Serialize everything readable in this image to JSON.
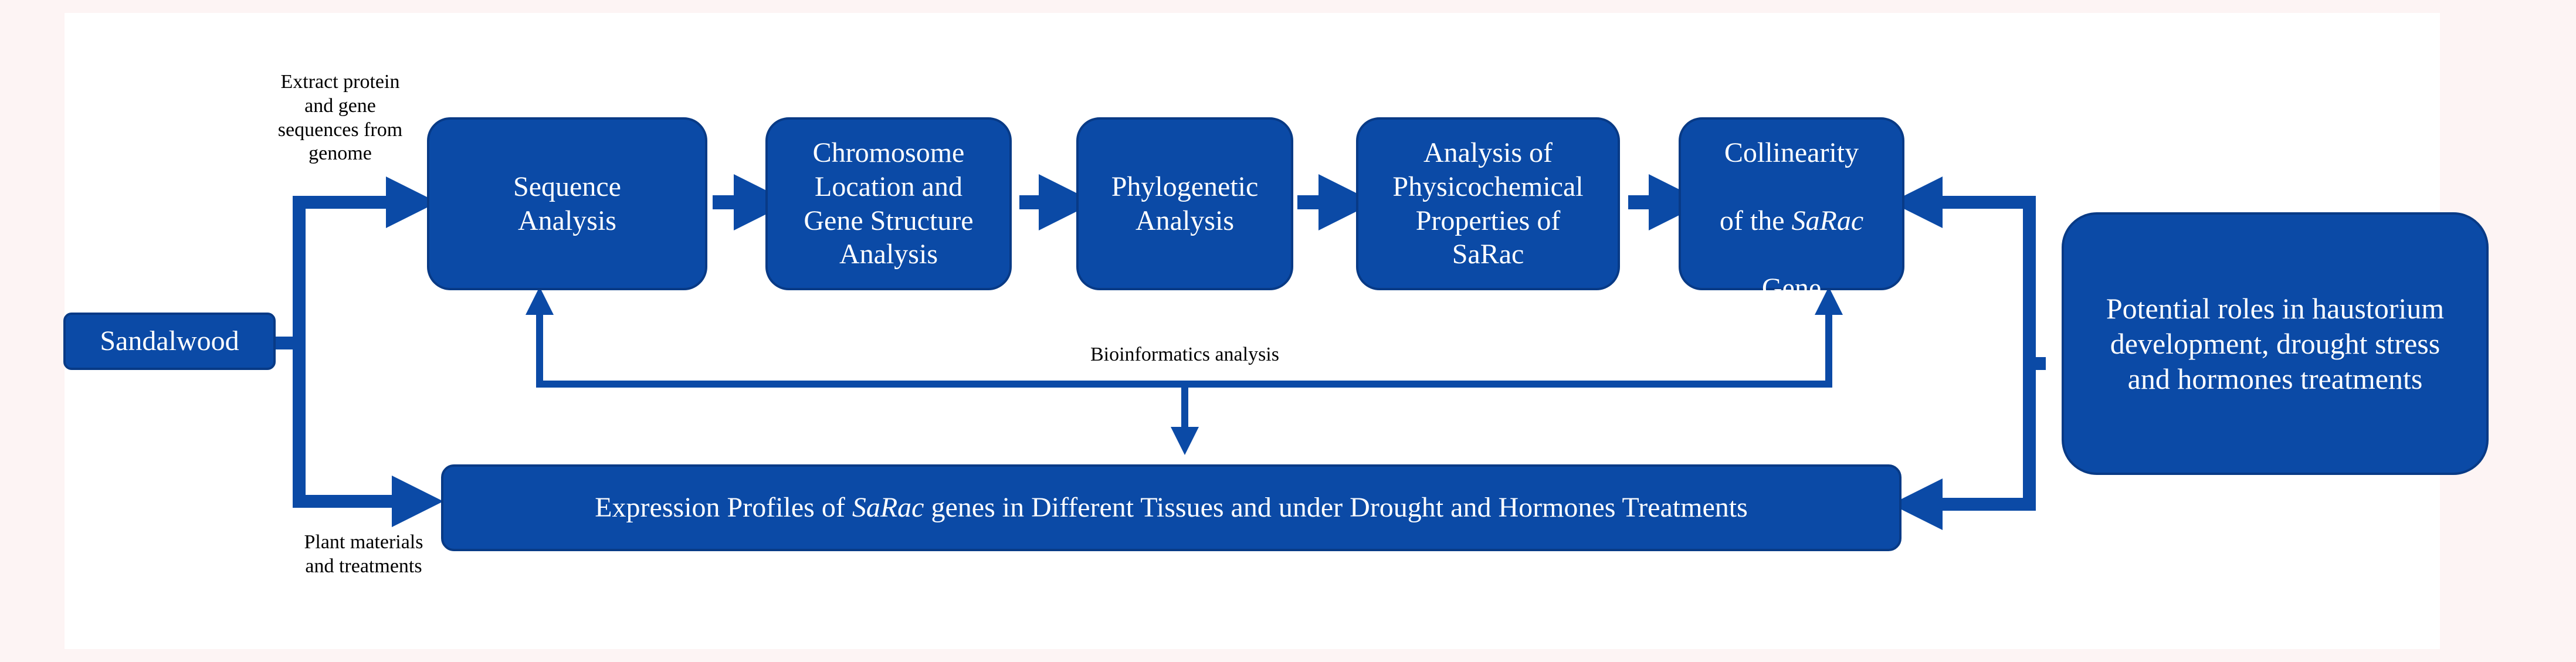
{
  "colors": {
    "box_fill": "#0b4aa6",
    "box_border": "#083a86",
    "arrow": "#0b4aa6",
    "text_on_box": "#ffffff",
    "note_text": "#000000"
  },
  "nodes": {
    "sandalwood": "Sandalwood",
    "sequence_analysis": "Sequence\nAnalysis",
    "chromosome": "Chromosome\nLocation and\nGene Structure\nAnalysis",
    "phylogenetic": "Phylogenetic\nAnalysis",
    "physicochemical": "Analysis of\nPhysicochemical\nProperties of\nSaRac",
    "collinearity": {
      "line1": "Collinearity",
      "pre": "of the ",
      "gene": "SaRac",
      "line3": "Gene"
    },
    "expression": {
      "pre": "Expression Profiles of ",
      "gene": "SaRac",
      "post": " genes in Different Tissues and under Drought and Hormones Treatments"
    },
    "roles": "Potential roles in haustorium\ndevelopment, drought stress\nand hormones treatments"
  },
  "notes": {
    "extract": "Extract protein\nand gene\nsequences from\ngenome",
    "plant": "Plant materials\nand treatments",
    "bioinformatics": "Bioinformatics analysis"
  }
}
